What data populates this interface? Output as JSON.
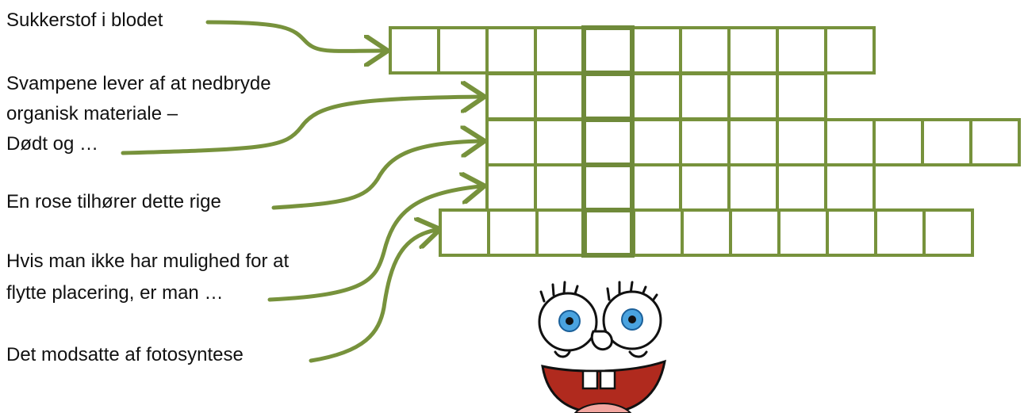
{
  "clues": [
    {
      "lines": [
        "Sukkerstof i blodet"
      ],
      "length": 10
    },
    {
      "lines": [
        "Svampene lever af at nedbryde",
        "organisk materiale –",
        "Dødt og …"
      ],
      "length": 7
    },
    {
      "lines": [
        "En rose tilhører dette rige"
      ],
      "length": 11
    },
    {
      "lines": [
        "Hvis man ikke har mulighed for at",
        "flytte placering, er man …"
      ],
      "length": 8
    },
    {
      "lines": [
        "Det modsatte af fotosyntese"
      ],
      "length": 11
    }
  ],
  "grid": {
    "key_column_note": "highlighted solution column",
    "cell_color": "#77923c"
  },
  "mascot": {
    "name": "spongebob-face"
  }
}
